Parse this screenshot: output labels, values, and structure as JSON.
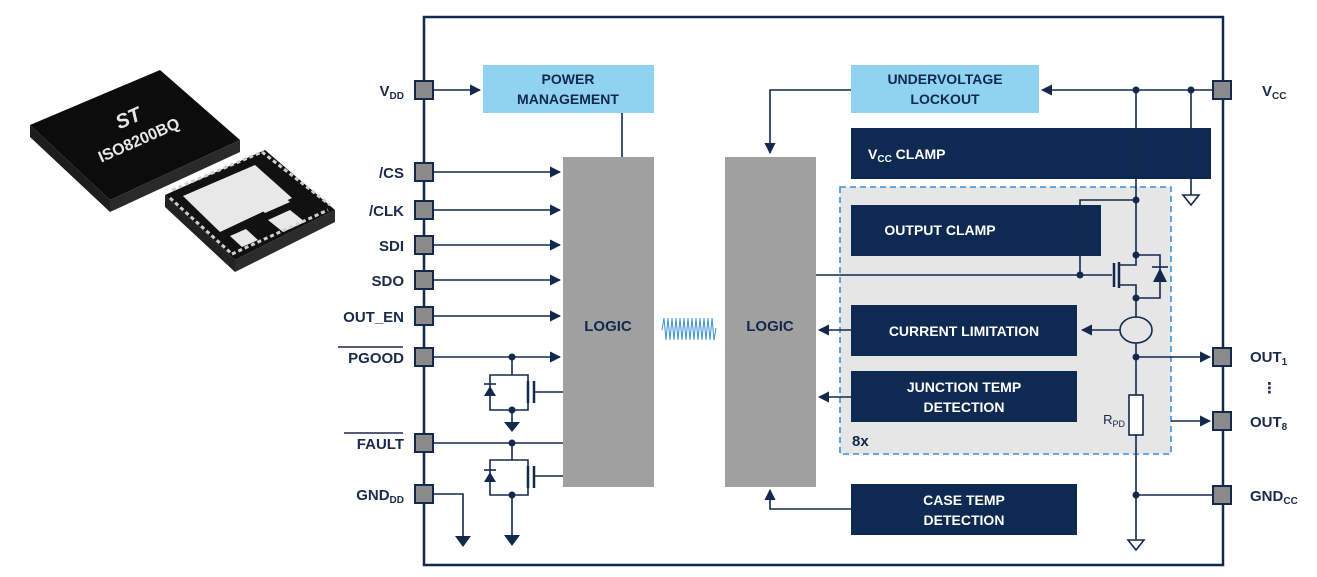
{
  "chip": {
    "logo_text": "ST",
    "part_number": "ISO8200BQ"
  },
  "pins_left": {
    "vdd": {
      "main": "V",
      "sub": "DD"
    },
    "cs": "/CS",
    "clk": "/CLK",
    "sdi": "SDI",
    "sdo": "SDO",
    "out_en": "OUT_EN",
    "pgood": "PGOOD",
    "fault": "FAULT",
    "gnd_dd": {
      "main": "GND",
      "sub": "DD"
    }
  },
  "pins_right": {
    "vcc": {
      "main": "V",
      "sub": "CC"
    },
    "out1": {
      "main": "OUT",
      "sub": "1"
    },
    "dots": "⋮",
    "out8": {
      "main": "OUT",
      "sub": "8"
    },
    "gnd_cc": {
      "main": "GND",
      "sub": "CC"
    }
  },
  "blocks": {
    "power_management": [
      "POWER",
      "MANAGEMENT"
    ],
    "undervoltage_lockout": [
      "UNDERVOLTAGE",
      "LOCKOUT"
    ],
    "vcc_clamp": {
      "main": "V",
      "sub": "CC",
      "rest": " CLAMP"
    },
    "output_clamp": "OUTPUT CLAMP",
    "current_limitation": "CURRENT LIMITATION",
    "junction_temp": [
      "JUNCTION TEMP",
      "DETECTION"
    ],
    "case_temp": [
      "CASE TEMP",
      "DETECTION"
    ],
    "logic_left": "LOGIC",
    "logic_right": "LOGIC",
    "channel_count": "8x",
    "rpd": {
      "main": "R",
      "sub": "PD"
    }
  },
  "colors": {
    "light_block": "#8fd3f0",
    "dark_block": "#0e2a52",
    "logic_block": "#a0a0a0",
    "wire": "#12284d",
    "channel_box": "#e6e6e6",
    "channel_border": "#3a8fd6"
  }
}
